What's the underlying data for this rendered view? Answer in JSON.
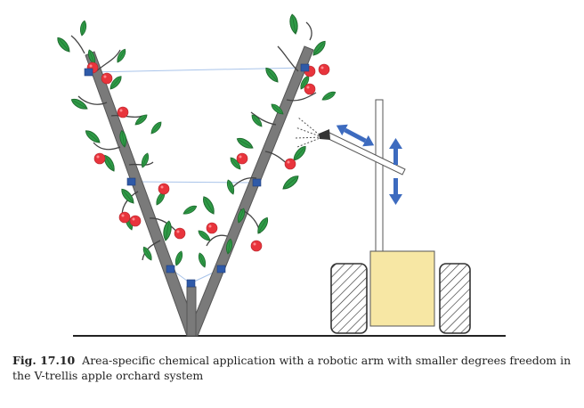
{
  "caption": {
    "label": "Fig. 17.10",
    "text": "Area-specific chemical application with a robotic arm with smaller degrees freedom in the V-trellis apple orchard system"
  },
  "colors": {
    "trunk": "#7a7a7a",
    "leaf": "#2e9a46",
    "leaf_dark": "#1f6b2f",
    "apple": "#e8343c",
    "clip": "#2f5aa8",
    "wire": "#a9c4ea",
    "arrow": "#3d6bbf",
    "body": "#f7e7a4",
    "ground": "#222222"
  },
  "icons": {
    "tree": "v-trellis-tree",
    "robot": "robot-vehicle",
    "arm": "robotic-arm",
    "nozzle": "spray-nozzle",
    "arrows": [
      "horizontal-double-arrow",
      "vertical-double-arrow"
    ]
  }
}
